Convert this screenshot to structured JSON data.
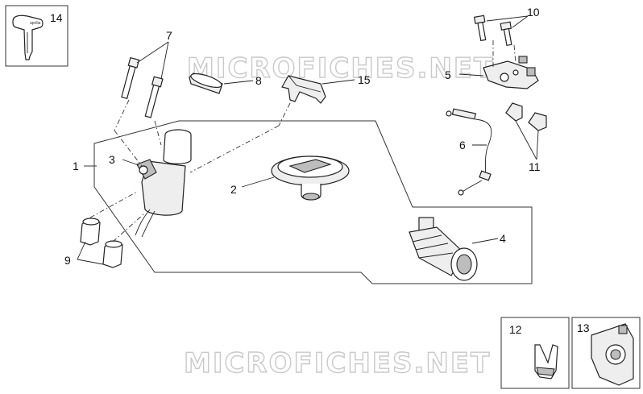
{
  "watermark": "MICROFICHES.NET",
  "callouts": {
    "c1": "1",
    "c2": "2",
    "c3": "3",
    "c4": "4",
    "c5": "5",
    "c6": "6",
    "c7": "7",
    "c8": "8",
    "c9": "9",
    "c10": "10",
    "c11": "11",
    "c12": "12",
    "c13": "13",
    "c14": "14",
    "c15": "15"
  },
  "key_logo": "aprilia"
}
